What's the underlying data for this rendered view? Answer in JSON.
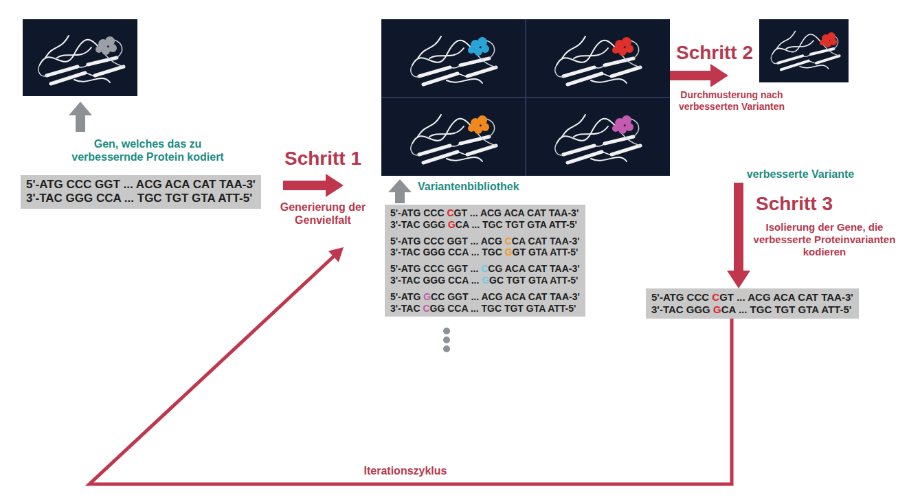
{
  "diagram": {
    "nodes": [
      {
        "text": [
          "Gen, welches das zu verbessernde Protein kodiert",
          "5'-ATG CCC GGT ... ACG ACA CAT TAA-3'",
          "3'-TAC GGG CCA ... TGC TGT GTA ATT-5'"
        ]
      },
      {
        "text": [
          "Variantenbibliothek",
          "5'-ATG CCC CGT ... ACG ACA CAT TAA-3'",
          "3'-TAC GGG GCA ... TGC TGT GTA ATT-5'",
          "5'-ATG CCC GGT ... ACG CCA CAT TAA-3'",
          "3'-TAC GGG CCA ... TGC GGT GTA ATT-5'",
          "5'-ATG CCC GGT ... CCG ACA CAT TAA-3'",
          "3'-TAC GGG CCA ... GGC TGT GTA ATT-5'",
          "5'-ATG GCC GGT ... ACG ACA CAT TAA-3'",
          "3'-TAC CGG CCA ... TGC TGT GTA ATT-5'"
        ]
      },
      {
        "text": [
          "verbesserte Variante"
        ]
      },
      {
        "text": [
          "5'-ATG CCC CGT ... ACG ACA CAT TAA-3'",
          "3'-TAC GGG GCA ... TGC TGT GTA ATT-5'"
        ]
      }
    ],
    "edges": [
      {
        "from": 0,
        "to": 1,
        "arrow": "to",
        "label": "Schritt 1"
      },
      {
        "from": 1,
        "to": 2,
        "arrow": "to",
        "label": "Schritt 2"
      },
      {
        "from": 2,
        "to": 3,
        "arrow": "to",
        "label": "Schritt 3"
      },
      {
        "from": 3,
        "to": 1,
        "arrow": "to",
        "label": "Iterationszyklus"
      }
    ],
    "labels": [
      "Generierung der Genvielfalt",
      "Durchmusterung nach verbesserten Varianten",
      "Isolierung der Gene, die verbesserte Proteinvarianten kodieren"
    ]
  }
}
